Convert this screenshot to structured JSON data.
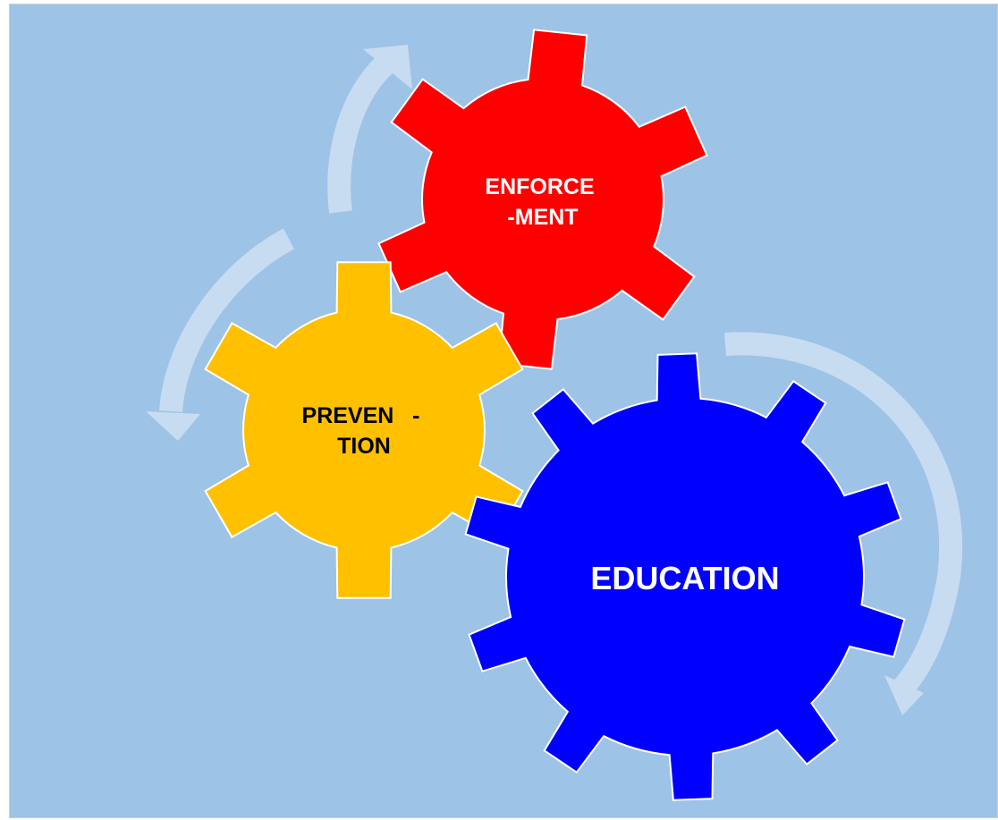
{
  "diagram": {
    "background_color": "#9dc3e6",
    "arrow_color": "#c7dcf0",
    "gears": [
      {
        "id": "enforcement",
        "label_lines": [
          "ENFORCE",
          "-MENT"
        ],
        "fill": "#ff0000",
        "text_color": "#ffffff"
      },
      {
        "id": "prevention",
        "label_lines": [
          "PREVEN   -",
          "TION"
        ],
        "fill": "#ffc000",
        "text_color": "#000000"
      },
      {
        "id": "education",
        "label_lines": [
          "EDUCATION"
        ],
        "fill": "#0000ff",
        "text_color": "#ffffff"
      }
    ],
    "cycle_arrows": [
      {
        "id": "arrow-top",
        "direction": "clockwise"
      },
      {
        "id": "arrow-left",
        "direction": "counterclockwise"
      },
      {
        "id": "arrow-right",
        "direction": "clockwise"
      }
    ]
  }
}
